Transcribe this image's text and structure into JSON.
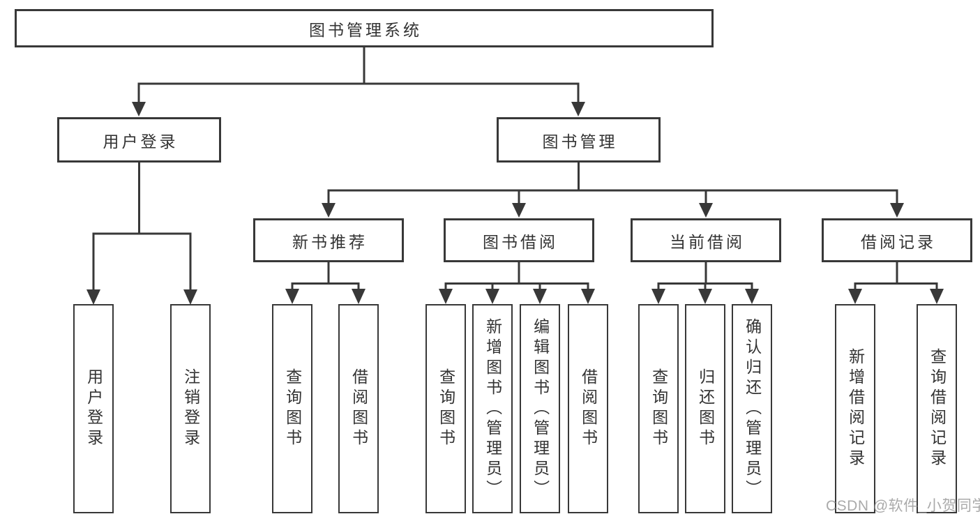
{
  "tree": {
    "label": "图书管理系统",
    "children": [
      {
        "label": "用户登录",
        "children": [
          {
            "label": "用户登录"
          },
          {
            "label": "注销登录"
          }
        ]
      },
      {
        "label": "图书管理",
        "children": [
          {
            "label": "新书推荐",
            "children": [
              {
                "label": "查询图书"
              },
              {
                "label": "借阅图书"
              }
            ]
          },
          {
            "label": "图书借阅",
            "children": [
              {
                "label": "查询图书"
              },
              {
                "label": "新增图书（管理员）"
              },
              {
                "label": "编辑图书（管理员）"
              },
              {
                "label": "借阅图书"
              }
            ]
          },
          {
            "label": "当前借阅",
            "children": [
              {
                "label": "查询图书"
              },
              {
                "label": "归还图书"
              },
              {
                "label": "确认归还（管理员）"
              }
            ]
          },
          {
            "label": "借阅记录",
            "children": [
              {
                "label": "新增借阅记录"
              },
              {
                "label": "查询借阅记录"
              }
            ]
          }
        ]
      }
    ]
  },
  "watermark": {
    "text": "CSDN @软件_小贺同学"
  },
  "colors": {
    "line": "#383838",
    "text": "#333333",
    "box_fill": "#ffffff",
    "watermark": "#9e9e9e",
    "background": "#ffffff"
  }
}
